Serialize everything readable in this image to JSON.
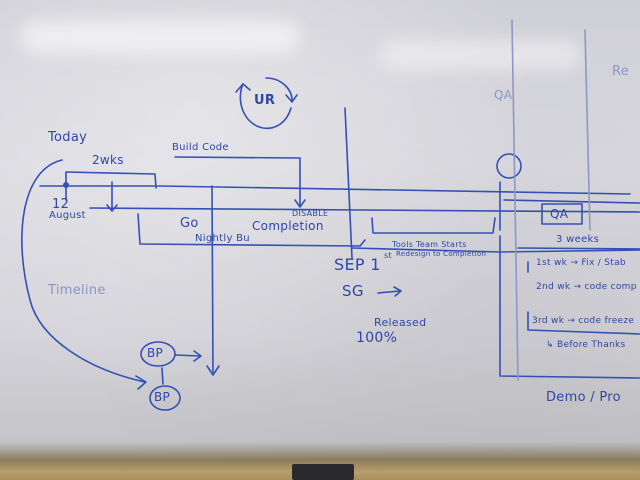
{
  "notes": {
    "today": "Today",
    "weeks_top": "2wks",
    "date_12": "12",
    "august": "August",
    "ur": "UR",
    "build_code": "Build Code",
    "g_label": "Go",
    "nightly_bu": "Nightly Bu",
    "disable_completion_top": "DISABLE",
    "completion": "Completion",
    "sep1": "SEP 1",
    "sep_st": "st",
    "tools_team_starts": "Tools Team Starts",
    "redesign_to_completion": "Redesign to Completion",
    "sg": "SG",
    "released": "Released",
    "hundred": "100%",
    "bp1": "BP",
    "bp2": "BP",
    "timeline": "Timeline",
    "qa_top": "QA",
    "qa_box": "QA",
    "three_weeks": "3 weeks",
    "list_1": "1st wk → Fix / Stab",
    "list_2": "2nd wk → code comp",
    "list_3": "3rd wk → code freeze",
    "list_4": "↳ Before Thanks",
    "demo": "Demo / Pro",
    "corner_top": "Re"
  }
}
